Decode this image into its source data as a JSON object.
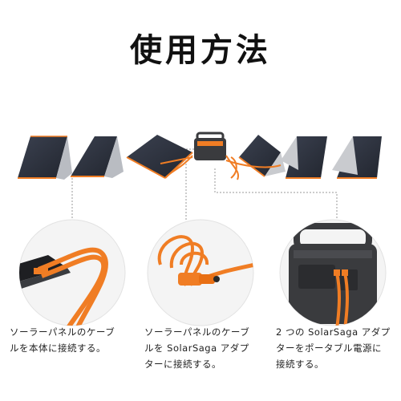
{
  "title": "使用方法",
  "colors": {
    "accent": "#f07d24",
    "panel": "#2e3340",
    "frame": "#c9cbcf",
    "station": "#3a3b3e"
  },
  "captions": [
    {
      "lines": [
        "ソーラーパネルのケーブ",
        "ルを本体に接続する。"
      ]
    },
    {
      "lines": [
        "ソーラーパネルのケーブ",
        "ルを SolarSaga アダプ",
        "ターに接続する。"
      ]
    },
    {
      "lines": [
        "2 つの SolarSaga アダプ",
        "ターをポータブル電源に",
        "接続する。"
      ]
    }
  ]
}
